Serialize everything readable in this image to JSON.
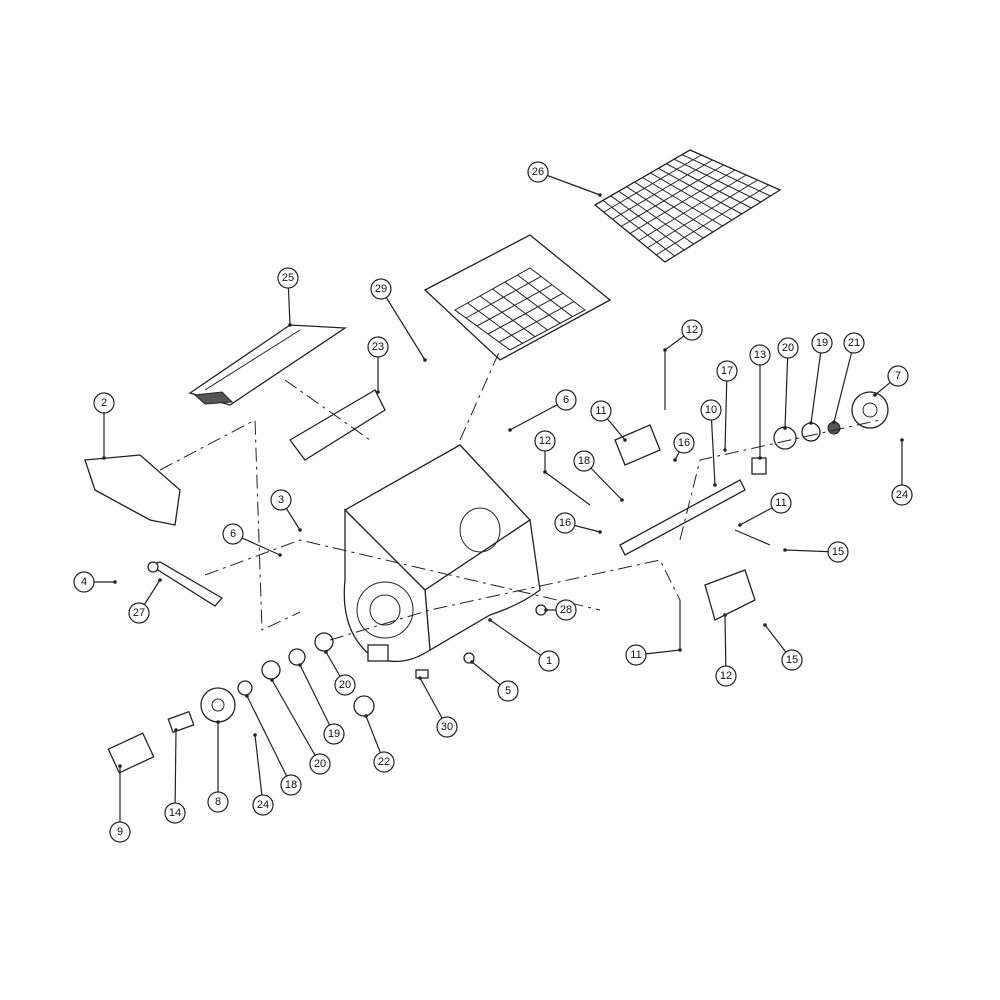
{
  "diagram": {
    "type": "exploded-parts-diagram",
    "callouts": [
      "26",
      "25",
      "29",
      "23",
      "12",
      "2",
      "6",
      "20",
      "19",
      "21",
      "7",
      "13",
      "17",
      "10",
      "11",
      "16",
      "12",
      "18",
      "24",
      "3",
      "6",
      "16",
      "11",
      "15",
      "4",
      "27",
      "28",
      "1",
      "11",
      "15",
      "12",
      "20",
      "5",
      "19",
      "30",
      "20",
      "22",
      "18",
      "24",
      "8",
      "14",
      "9"
    ]
  }
}
